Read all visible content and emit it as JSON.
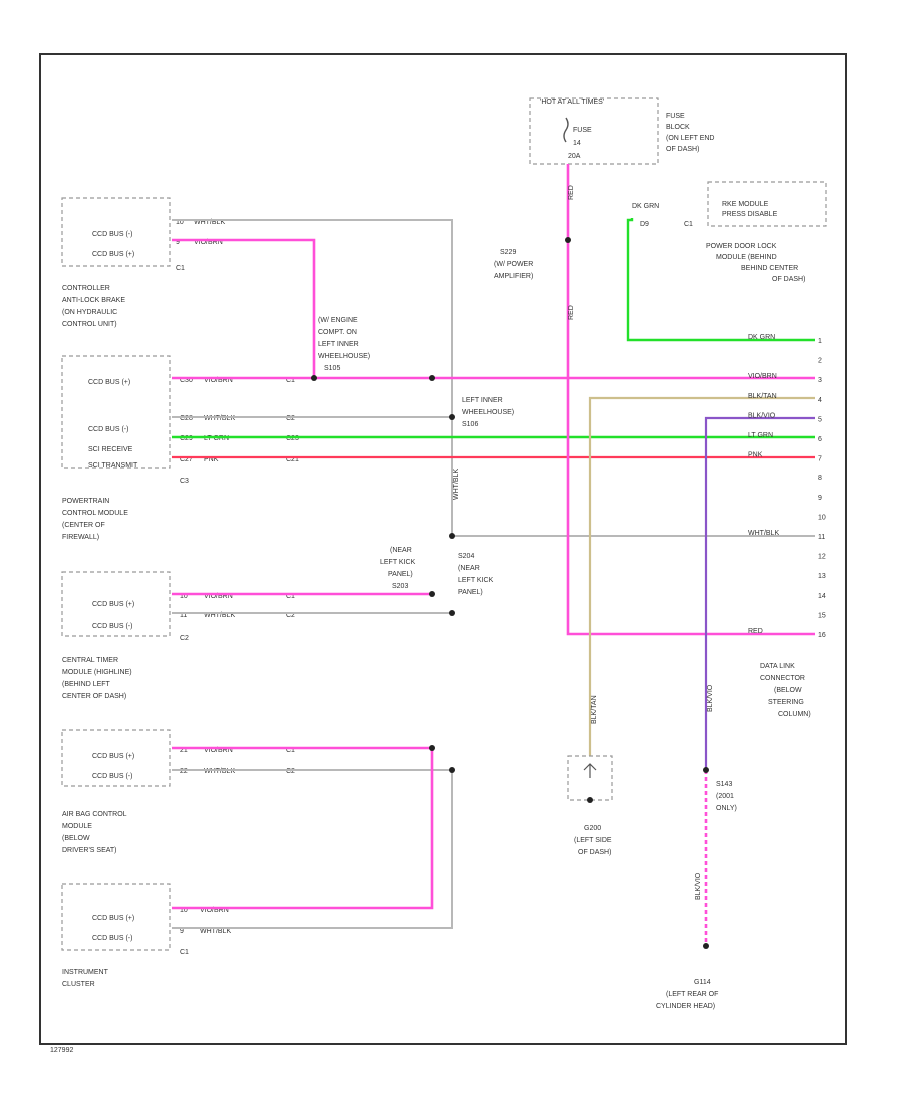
{
  "figure_id": "127992",
  "fuse": {
    "title": "'HOT AT ALL TIMES'",
    "fuse_label": "FUSE",
    "fuse_number": "14",
    "fuse_amps": "20A",
    "location": [
      "FUSE",
      "BLOCK",
      "(ON LEFT END",
      "OF DASH)"
    ]
  },
  "splices": {
    "s229": [
      "S229",
      "(W/ POWER",
      "AMPLIFIER)"
    ],
    "s105": [
      "(W/ ENGINE",
      "COMPT. ON",
      "LEFT INNER",
      "WHEELHOUSE)",
      "S105"
    ],
    "s106": [
      "LEFT INNER",
      "WHEELHOUSE)",
      "S106"
    ],
    "s203": [
      "(NEAR",
      "LEFT KICK",
      "PANEL)",
      "S203"
    ],
    "s204": [
      "S204",
      "(NEAR",
      "LEFT KICK",
      "PANEL)"
    ]
  },
  "modules": {
    "abs": {
      "pins": [
        "CCD BUS (-)",
        "CCD BUS (+)"
      ],
      "connector": "C1",
      "name": [
        "CONTROLLER",
        "ANTI-LOCK BRAKE",
        "(ON HYDRAULIC",
        "CONTROL UNIT)"
      ]
    },
    "pcm": {
      "pins": [
        "CCD BUS (+)",
        "CCD BUS (-)",
        "SCI RECEIVE",
        "SCI TRANSMIT"
      ],
      "connector": "C3",
      "name": [
        "POWERTRAIN",
        "CONTROL MODULE",
        "(CENTER OF",
        "FIREWALL)"
      ]
    },
    "ctm": {
      "pins": [
        "CCD BUS (+)",
        "CCD BUS (-)"
      ],
      "connector": "C2",
      "name": [
        "CENTRAL TIMER",
        "MODULE (HIGHLINE)",
        "(BEHIND LEFT",
        "CENTER OF DASH)"
      ]
    },
    "airbag": {
      "pins": [
        "CCD BUS (+)",
        "CCD BUS (-)"
      ],
      "name": [
        "AIR BAG CONTROL",
        "MODULE",
        "(BELOW",
        "DRIVER'S SEAT)"
      ]
    },
    "cluster": {
      "pins": [
        "CCD BUS (+)",
        "CCD BUS (-)"
      ],
      "connector": "C1",
      "name": [
        "INSTRUMENT",
        "CLUSTER"
      ]
    },
    "rke": {
      "title": [
        "RKE MODULE",
        "PRESS DISABLE"
      ],
      "wire": "DK GRN",
      "pin": "C1",
      "name": [
        "POWER DOOR LOCK",
        "MODULE (BEHIND",
        "BEHIND CENTER",
        "OF DASH)"
      ]
    }
  },
  "wire_labels": {
    "abs": [
      {
        "pin": "10",
        "color": "WHT/BLK"
      },
      {
        "pin": "9",
        "color": "VIO/BRN"
      }
    ],
    "pcm": [
      {
        "pin": "C30",
        "color": "VIO/BRN",
        "conn": "C1"
      },
      {
        "pin": "C28",
        "color": "WHT/BLK",
        "conn": "C2"
      },
      {
        "pin": "C29",
        "color": "LT GRN",
        "conn": "C23"
      },
      {
        "pin": "C27",
        "color": "PNK",
        "conn": "C21"
      }
    ],
    "ctm": [
      {
        "pin": "10",
        "color": "VIO/BRN",
        "conn": "C1"
      },
      {
        "pin": "11",
        "color": "WHT/BLK",
        "conn": "C2"
      }
    ],
    "airbag": [
      {
        "pin": "21",
        "color": "VIO/BRN",
        "conn": "C1"
      },
      {
        "pin": "22",
        "color": "WHT/BLK",
        "conn": "C2"
      }
    ],
    "cluster": [
      {
        "pin": "10",
        "color": "VIO/BRN"
      },
      {
        "pin": "9",
        "color": "WHT/BLK"
      }
    ],
    "vertical": [
      "WHT/BLK",
      "RED",
      "RED",
      "BLK/TAN",
      "BLK/VIO",
      "BLK/VIO"
    ]
  },
  "dlc": {
    "pins": [
      {
        "color": "DK GRN",
        "pin": "1"
      },
      {
        "color": "",
        "pin": "2"
      },
      {
        "color": "VIO/BRN",
        "pin": "3"
      },
      {
        "color": "BLK/TAN",
        "pin": "4"
      },
      {
        "color": "BLK/VIO",
        "pin": "5"
      },
      {
        "color": "LT GRN",
        "pin": "6"
      },
      {
        "color": "PNK",
        "pin": "7"
      },
      {
        "color": "",
        "pin": "8"
      },
      {
        "color": "",
        "pin": "9"
      },
      {
        "color": "",
        "pin": "10"
      },
      {
        "color": "WHT/BLK",
        "pin": "11"
      },
      {
        "color": "",
        "pin": "12"
      },
      {
        "color": "",
        "pin": "13"
      },
      {
        "color": "",
        "pin": "14"
      },
      {
        "color": "",
        "pin": "15"
      },
      {
        "color": "RED",
        "pin": "16"
      }
    ],
    "name": [
      "DATA LINK",
      "CONNECTOR",
      "(BELOW",
      "STEERING",
      "COLUMN)"
    ]
  },
  "grounds": {
    "g200": [
      "G200",
      "(LEFT SIDE",
      "OF DASH)"
    ],
    "s143": [
      "S143",
      "(2001",
      "ONLY)"
    ],
    "g114": [
      "G114",
      "(LEFT REAR OF",
      "CYLINDER HEAD)"
    ],
    "g_wire": "BLK/VIO",
    "g_wire2": "BLK/TAN"
  }
}
